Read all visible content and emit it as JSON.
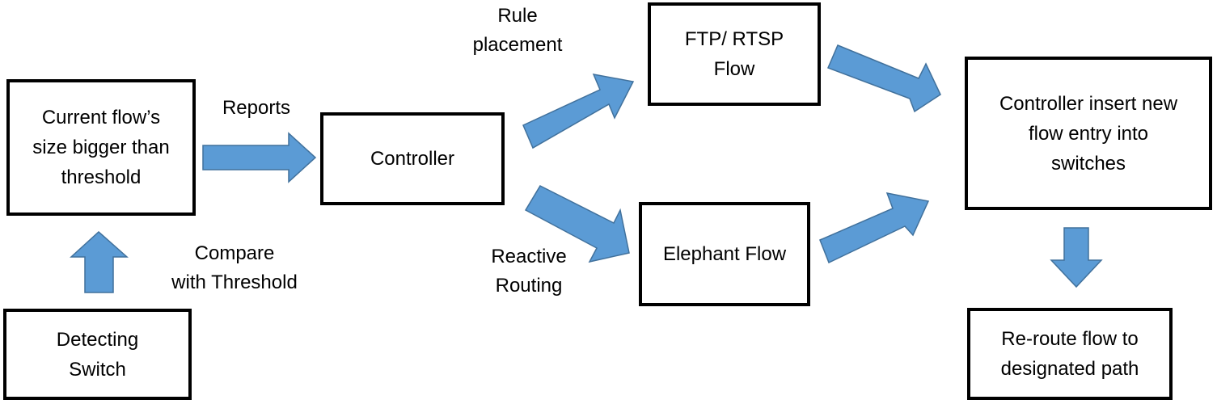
{
  "boxes": {
    "current_flow": "Current flow’s\nsize  bigger than\nthreshold",
    "detecting_switch": "Detecting\nSwitch",
    "controller": "Controller",
    "ftp_rtsp": "FTP/ RTSP\nFlow",
    "elephant": "Elephant Flow",
    "insert_entry": "Controller insert new\nflow entry into\nswitches",
    "reroute": "Re-route flow to\ndesignated path"
  },
  "labels": {
    "reports": "Reports",
    "compare": "Compare\nwith Threshold",
    "rule_placement": "Rule\nplacement",
    "reactive_routing": "Reactive\nRouting"
  },
  "colors": {
    "arrow_fill": "#5b9bd5",
    "arrow_stroke": "#41719c",
    "box_border": "#000000"
  }
}
